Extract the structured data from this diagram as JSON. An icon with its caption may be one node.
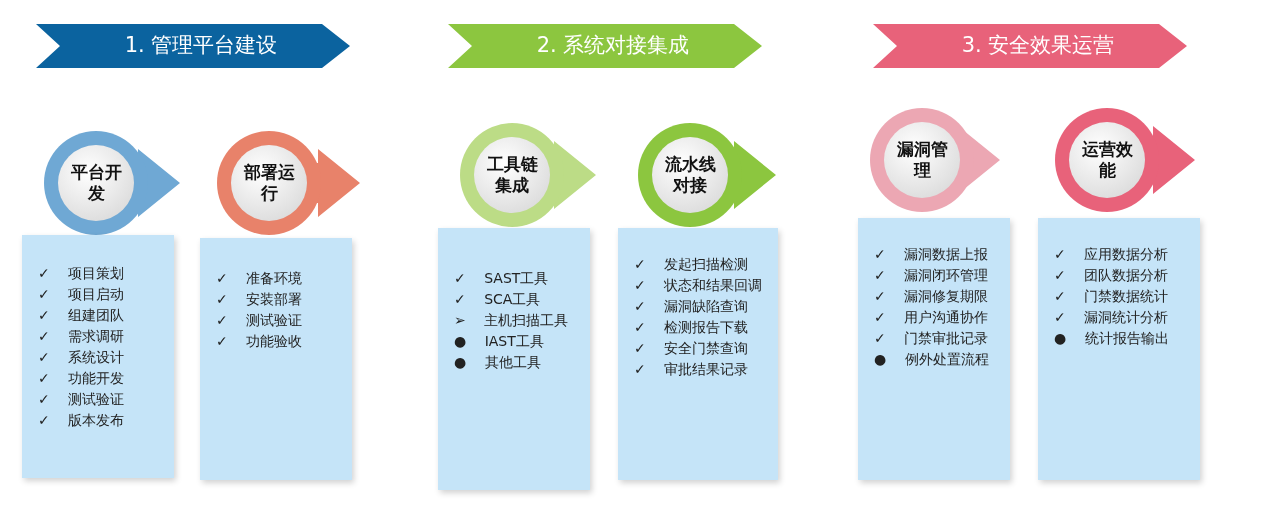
{
  "diagram": {
    "nodes": [
      {
        "text": [
          "1. 管理平台建设"
        ]
      },
      {
        "text": [
          "2. 系统对接集成"
        ]
      },
      {
        "text": [
          "3. 安全效果运营"
        ]
      },
      {
        "text": [
          "平台开发"
        ]
      },
      {
        "text": [
          "✓ 项目策划",
          "✓ 项目启动",
          "✓ 组建团队",
          "✓ 需求调研",
          "✓ 系统设计",
          "✓ 功能开发",
          "✓ 测试验证",
          "✓ 版本发布"
        ]
      },
      {
        "text": [
          "部署运行"
        ]
      },
      {
        "text": [
          "✓ 准备环境",
          "✓ 安装部署",
          "✓ 测试验证",
          "✓ 功能验收"
        ]
      },
      {
        "text": [
          "工具链集成"
        ]
      },
      {
        "text": [
          "✓ SAST工具",
          "✓ SCA工具",
          "➢ 主机扫描工具",
          "● IAST工具",
          "● 其他工具"
        ]
      },
      {
        "text": [
          "流水线对接"
        ]
      },
      {
        "text": [
          "✓ 发起扫描检测",
          "✓ 状态和结果回调",
          "✓ 漏洞缺陷查询",
          "✓ 检测报告下载",
          "✓ 安全门禁查询",
          "✓ 审批结果记录"
        ]
      },
      {
        "text": [
          "漏洞管理"
        ]
      },
      {
        "text": [
          "✓ 漏洞数据上报",
          "✓ 漏洞闭环管理",
          "✓ 漏洞修复期限",
          "✓ 用户沟通协作",
          "✓ 门禁审批记录",
          "● 例外处置流程"
        ]
      },
      {
        "text": [
          "运营效能"
        ]
      },
      {
        "text": [
          "✓ 应用数据分析",
          "✓ 团队数据分析",
          "✓ 门禁数据统计",
          "✓ 漏洞统计分析",
          "● 统计报告输出"
        ]
      }
    ]
  }
}
